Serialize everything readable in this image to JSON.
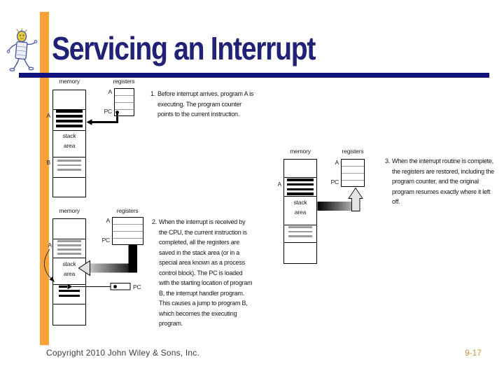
{
  "slide": {
    "title": "Servicing an Interrupt",
    "footer": {
      "copyright": "Copyright 2010 John Wiley & Sons, Inc.",
      "page_number": "9-17"
    }
  },
  "figure": {
    "labels": {
      "memory": "memory",
      "registers": "registers",
      "stack_area": "stack\narea",
      "program_a": "A",
      "program_b": "B",
      "pc": "PC",
      "reg_a": "A"
    },
    "captions": [
      {
        "num": "1.",
        "text": "Before interrupt arrives, program A is\nexecuting. The program counter\npoints to the current instruction."
      },
      {
        "num": "2.",
        "text": "When the interrupt is received by\nthe CPU, the current instruction is\ncompleted, all the registers are\nsaved in the stack area (or in a\nspecial area known as a process\ncontrol block). The PC is loaded\nwith the starting location of program\nB, the interrupt handler program.\nThis causes a jump to program B,\nwhich becomes the executing\nprogram."
      },
      {
        "num": "3.",
        "text": "When the interrupt routine is complete,\nthe registers are restored, including the\nprogram counter, and the original\nprogram resumes exactly where it left\noff."
      }
    ]
  },
  "colors": {
    "accent_orange": "#F8A237",
    "rule_navy": "#12127E",
    "title_navy": "#212178",
    "page_number_gold": "#C89A3E"
  }
}
